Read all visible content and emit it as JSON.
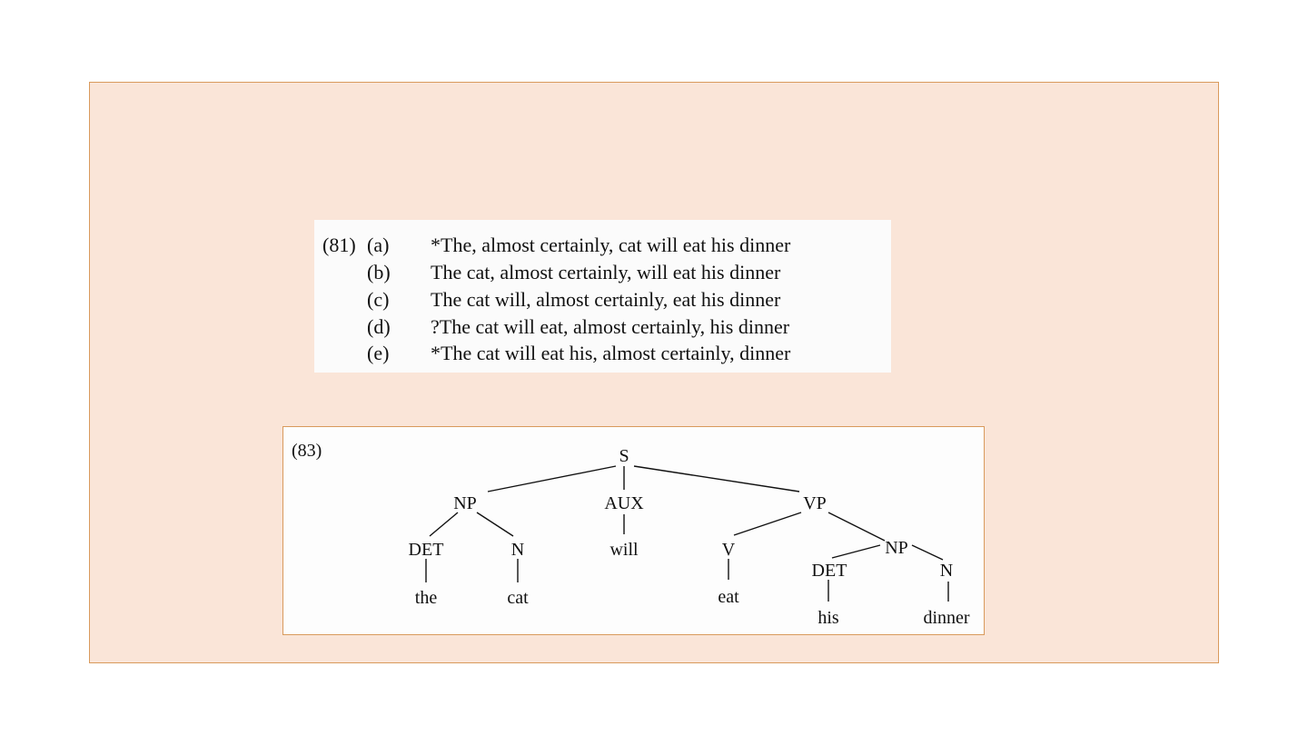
{
  "examples": {
    "number": "(81)",
    "rows": [
      {
        "label": "(a)",
        "text": "*The, almost certainly, cat will eat his dinner"
      },
      {
        "label": "(b)",
        "text": "The cat, almost certainly, will eat his dinner"
      },
      {
        "label": "(c)",
        "text": "The cat will, almost certainly, eat his dinner"
      },
      {
        "label": "(d)",
        "text": "?The cat will eat, almost certainly, his dinner"
      },
      {
        "label": "(e)",
        "text": "*The cat will eat his, almost certainly, dinner"
      }
    ]
  },
  "tree": {
    "number": "(83)",
    "nodes": {
      "s": "S",
      "np1": "NP",
      "aux": "AUX",
      "vp": "VP",
      "det1": "DET",
      "n1": "N",
      "will": "will",
      "v": "V",
      "np2": "NP",
      "the": "the",
      "cat": "cat",
      "eat": "eat",
      "det2": "DET",
      "n2": "N",
      "his": "his",
      "dinner": "dinner"
    }
  }
}
